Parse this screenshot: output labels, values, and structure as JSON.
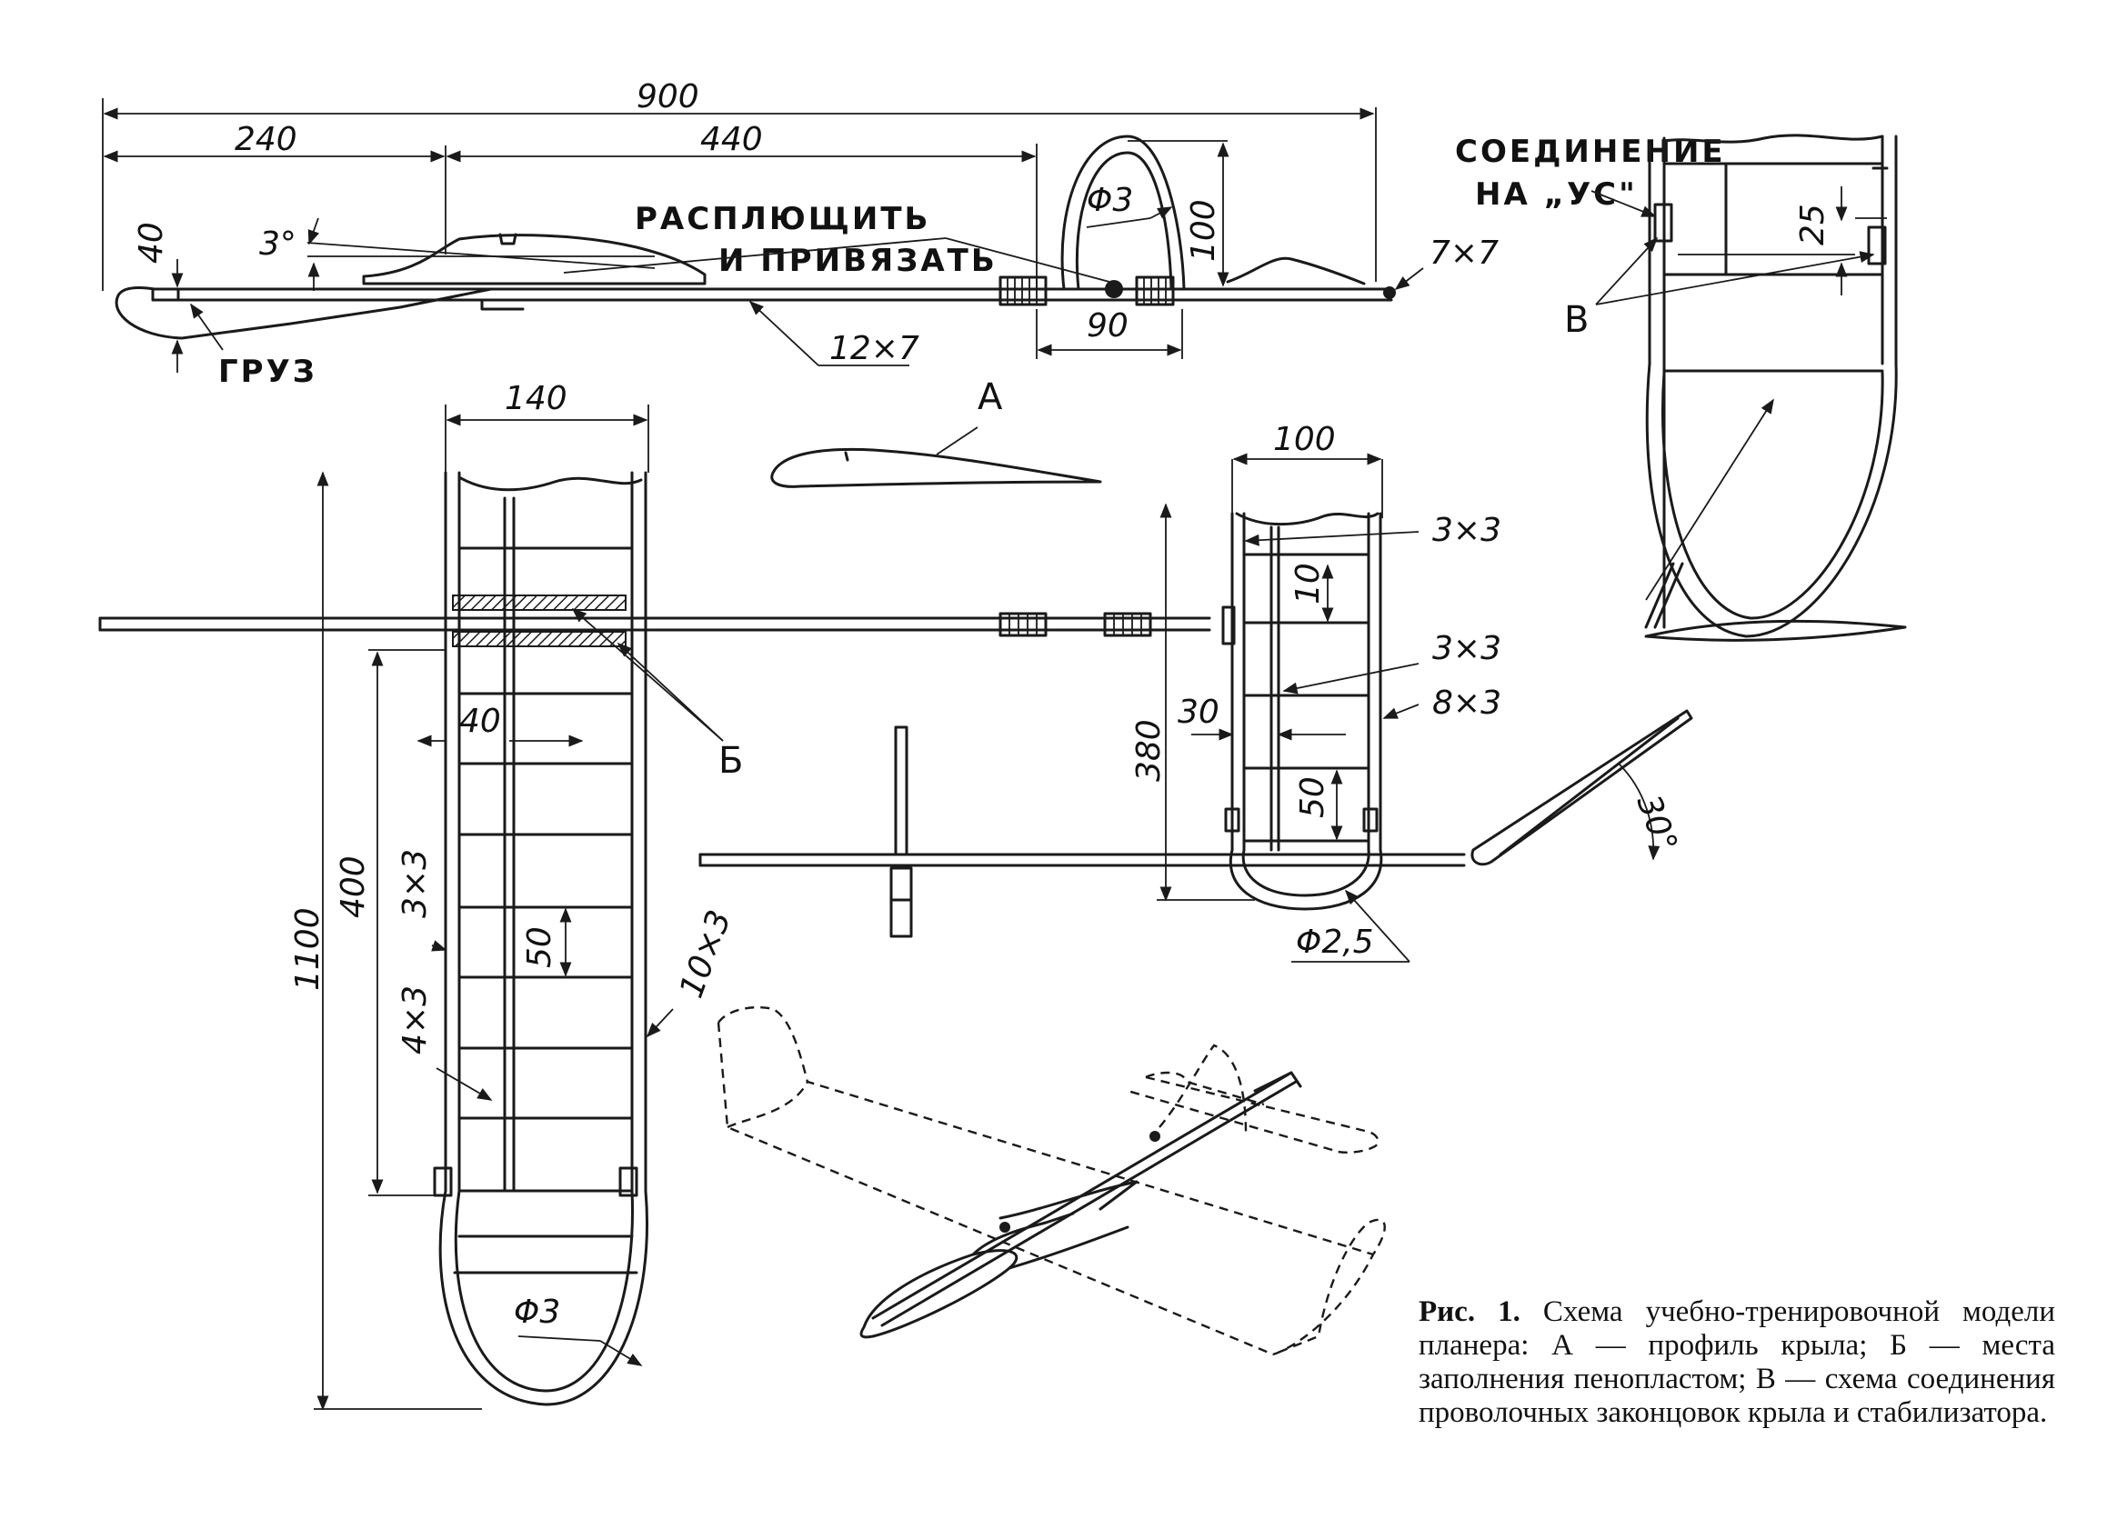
{
  "labels": {
    "overall_length": "900",
    "nose_length": "240",
    "mid_length": "440",
    "nose_height": "40",
    "incidence": "3°",
    "flatten_line1": "РАСПЛЮЩИТЬ",
    "flatten_line2": "И ПРИВЯЗАТЬ",
    "fin_wire": "Φ3",
    "fin_height": "100",
    "fin_base": "90",
    "tail_section": "7×7",
    "boom_section": "12×7",
    "ballast": "ГРУЗ",
    "wing_chord": "140",
    "airfoil_tag": "А",
    "stab_chord": "100",
    "stab_spar_1": "3×3",
    "stab_rib_spacing_small": "10",
    "stab_spar_2": "3×3",
    "stab_edge": "8×3",
    "stab_inset": "30",
    "stab_span": "380",
    "stab_rib_spacing": "50",
    "stab_tip_wire": "Φ2,5",
    "dihedral_angle": "30°",
    "foam_tag": "Б",
    "wing_inset": "40",
    "wing_half_span": "400",
    "wing_span": "1100",
    "wing_spar_top": "3×3",
    "wing_rib_spacing": "50",
    "wing_trailing_edge": "10×3",
    "wing_leading_edge": "4×3",
    "wing_tip_wire": "Φ3",
    "joint_line1": "СОЕДИНЕНИЕ",
    "joint_line2": "НА „УС\"",
    "joint_dim": "25",
    "joint_tag": "В"
  },
  "caption": {
    "title": "Рис. 1.",
    "text": "Схема учебно-тренировочной модели планера: А — профиль крыла; Б — места заполнения пенопластом; В — схема соединения проволочных законцовок крыла и стабилизатора."
  }
}
